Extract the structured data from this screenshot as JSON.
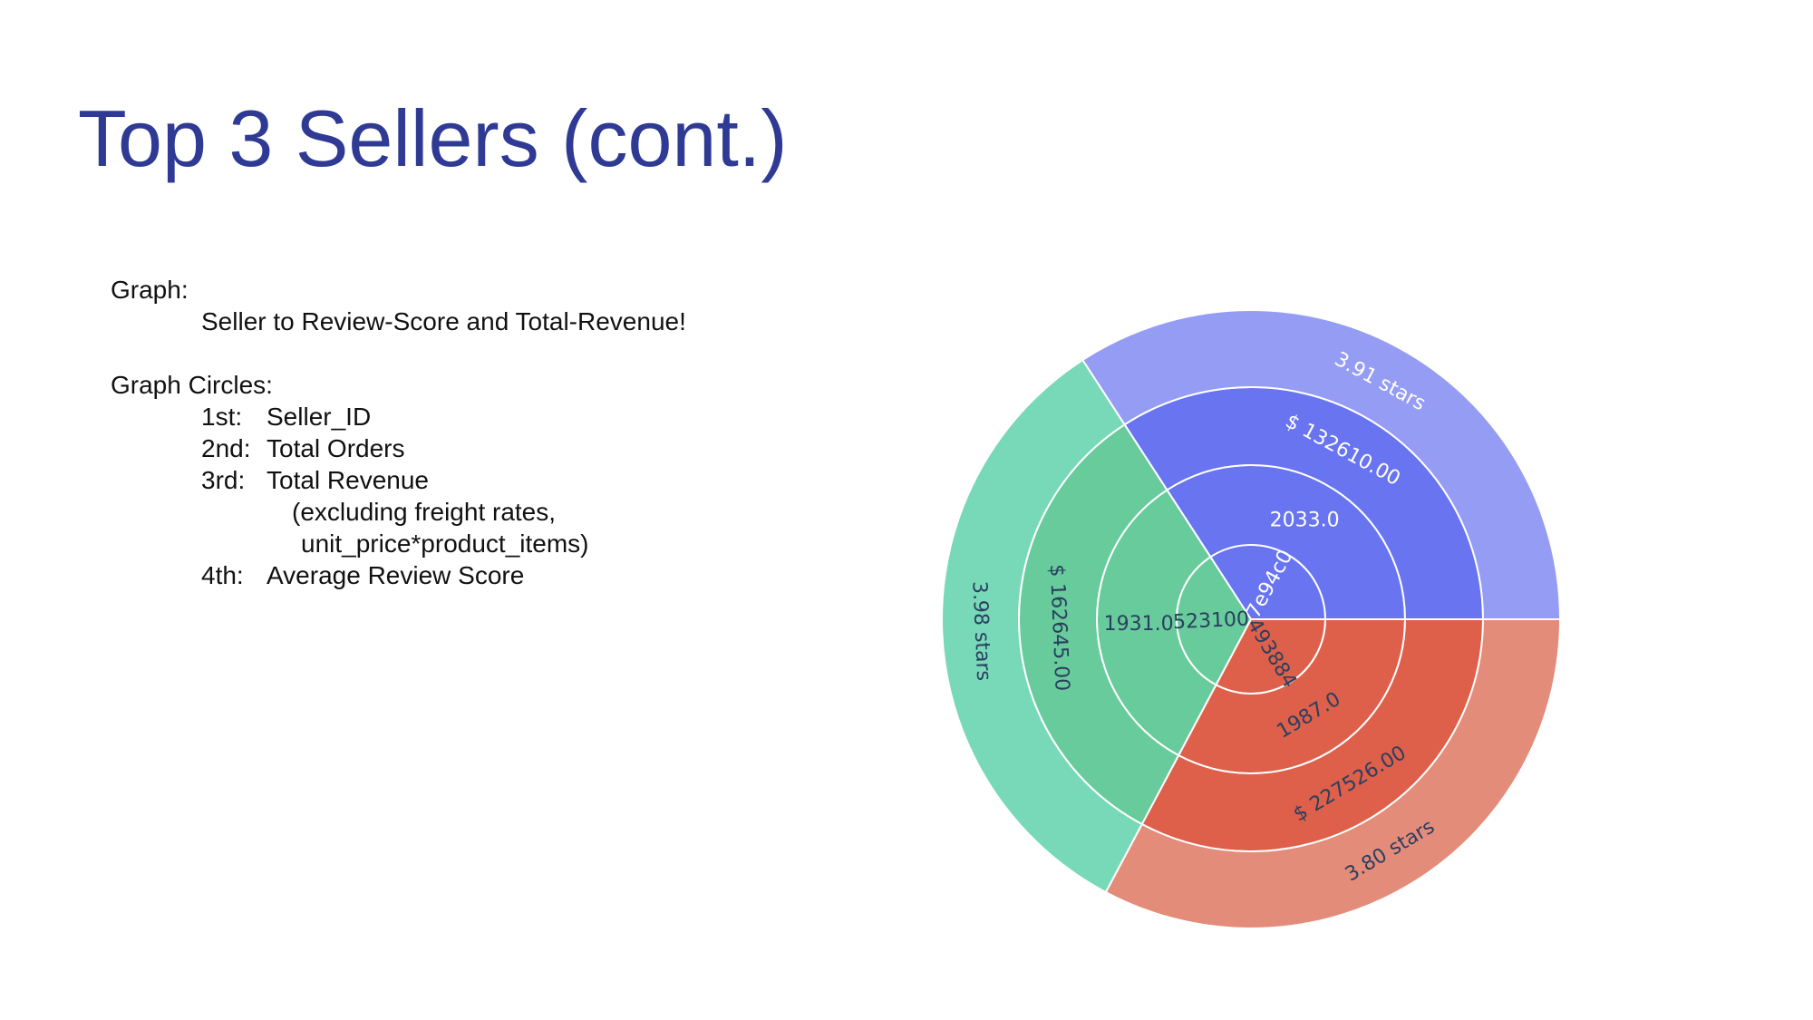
{
  "slide": {
    "title": "Top 3 Sellers (cont.)"
  },
  "notes": {
    "graph_heading": "Graph:",
    "graph_description": "Seller to Review-Score and Total-Revenue!",
    "circles_heading": "Graph Circles:",
    "circles": [
      {
        "ordinal": "1st:",
        "label": "Seller_ID"
      },
      {
        "ordinal": "2nd:",
        "label": "Total Orders"
      },
      {
        "ordinal": "3rd:",
        "label": "Total Revenue"
      },
      {
        "ordinal": "4th:",
        "label": "Average Review Score"
      }
    ],
    "revenue_note_line1": "(excluding freight rates,",
    "revenue_note_line2": "unit_price*product_items)"
  },
  "chart_data": {
    "type": "sunburst",
    "title": "",
    "rings": [
      "Seller_ID",
      "Total Orders",
      "Total Revenue",
      "Average Review Score"
    ],
    "sellers": [
      {
        "seller_id": "7e94c0",
        "total_orders": "2033.0",
        "total_revenue": "$ 132610.00",
        "avg_review": "3.91 stars",
        "angle_degrees": 123,
        "colors": [
          "#6874f0",
          "#6874f0",
          "#6874f0",
          "#959cf4"
        ]
      },
      {
        "seller_id": "523100",
        "total_orders": "1931.0",
        "total_revenue": "$ 162645.00",
        "avg_review": "3.98 stars",
        "angle_degrees": 119,
        "colors": [
          "#68cb9c",
          "#68cb9c",
          "#68cb9c",
          "#78d9b8"
        ]
      },
      {
        "seller_id": "493884",
        "total_orders": "1987.0",
        "total_revenue": "$ 227526.00",
        "avg_review": "3.80 stars",
        "angle_degrees": 118,
        "colors": [
          "#de604a",
          "#de604a",
          "#de604a",
          "#e48c7a"
        ]
      }
    ]
  }
}
